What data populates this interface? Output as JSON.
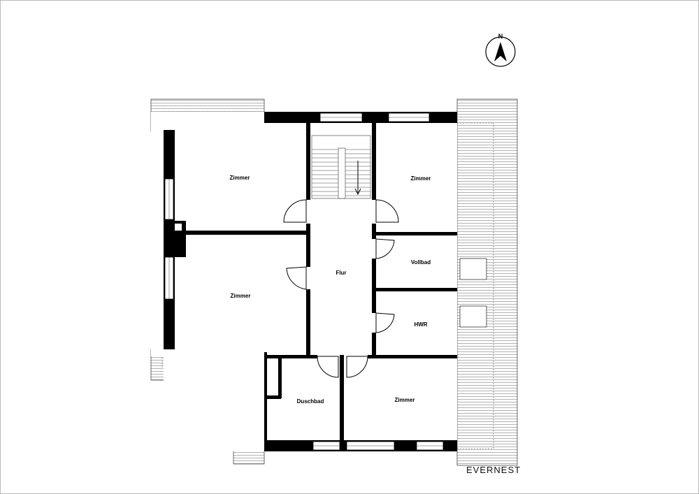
{
  "brand": "EVERNEST",
  "compass": {
    "label": "N",
    "icon": "north-arrow-icon"
  },
  "rooms": {
    "zimmer_nw": "Zimmer",
    "zimmer_ne": "Zimmer",
    "zimmer_w": "Zimmer",
    "flur": "Flur",
    "vollbad": "Vollbad",
    "hwr": "HWR",
    "duschbad": "Duschbad",
    "zimmer_s": "Zimmer"
  }
}
